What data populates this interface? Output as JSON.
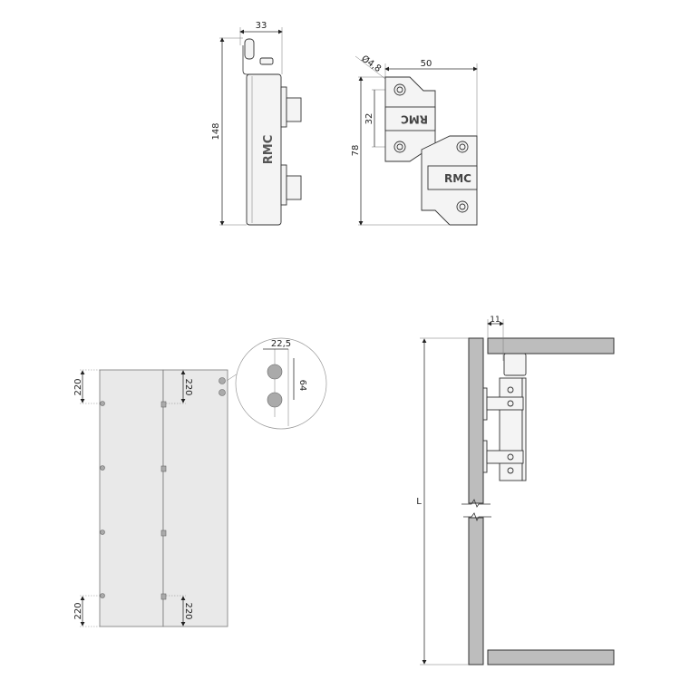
{
  "side_view": {
    "width_dim": "33",
    "height_dim": "148",
    "logo": "RMC"
  },
  "front_view": {
    "width_dim": "50",
    "hole_dim": "Ø4,8",
    "height_dim": "78",
    "hole_spacing_dim": "32",
    "logo_top": "RMC",
    "logo_bottom": "RMC"
  },
  "panel_view": {
    "top_left_dim": "220",
    "top_mid_dim": "220",
    "bottom_left_dim": "220",
    "bottom_mid_dim": "220",
    "detail_width_dim": "22,5",
    "detail_spacing_dim": "64"
  },
  "section_view": {
    "offset_dim": "11",
    "length_dim": "L"
  }
}
